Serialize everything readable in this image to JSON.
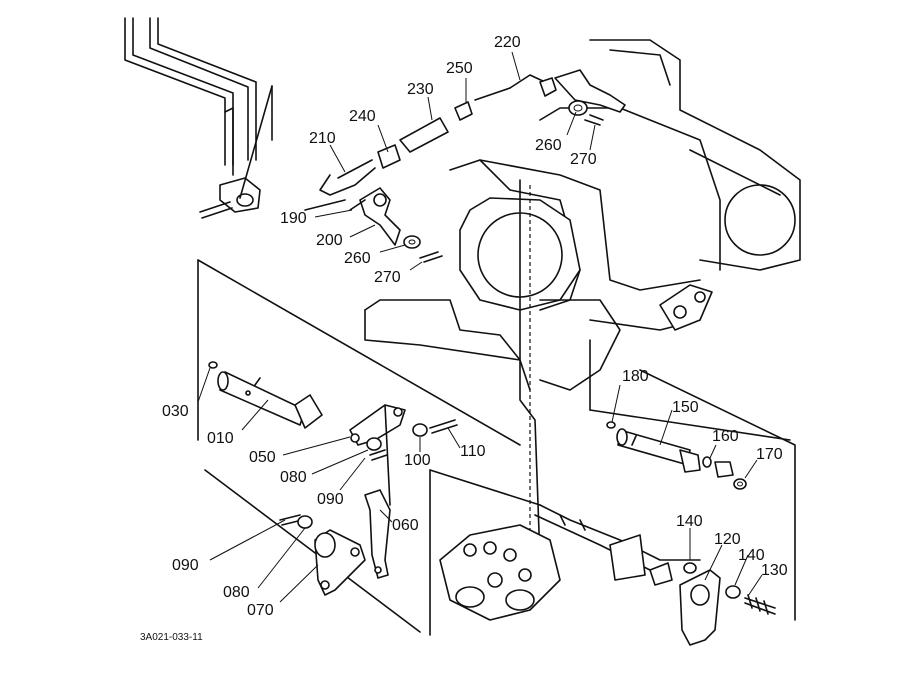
{
  "drawing_code": "3A021-033-11",
  "callouts": [
    {
      "id": "220",
      "text": "220"
    },
    {
      "id": "250",
      "text": "250"
    },
    {
      "id": "230",
      "text": "230"
    },
    {
      "id": "240",
      "text": "240"
    },
    {
      "id": "210",
      "text": "210"
    },
    {
      "id": "260a",
      "text": "260"
    },
    {
      "id": "270a",
      "text": "270"
    },
    {
      "id": "190",
      "text": "190"
    },
    {
      "id": "200",
      "text": "200"
    },
    {
      "id": "260b",
      "text": "260"
    },
    {
      "id": "270b",
      "text": "270"
    },
    {
      "id": "030",
      "text": "030"
    },
    {
      "id": "010",
      "text": "010"
    },
    {
      "id": "050",
      "text": "050"
    },
    {
      "id": "080a",
      "text": "080"
    },
    {
      "id": "100",
      "text": "100"
    },
    {
      "id": "110",
      "text": "110"
    },
    {
      "id": "090a",
      "text": "090"
    },
    {
      "id": "060",
      "text": "060"
    },
    {
      "id": "090b",
      "text": "090"
    },
    {
      "id": "080b",
      "text": "080"
    },
    {
      "id": "070",
      "text": "070"
    },
    {
      "id": "180",
      "text": "180"
    },
    {
      "id": "150",
      "text": "150"
    },
    {
      "id": "160",
      "text": "160"
    },
    {
      "id": "170",
      "text": "170"
    },
    {
      "id": "140a",
      "text": "140"
    },
    {
      "id": "120",
      "text": "120"
    },
    {
      "id": "140b",
      "text": "140"
    },
    {
      "id": "130",
      "text": "130"
    }
  ]
}
